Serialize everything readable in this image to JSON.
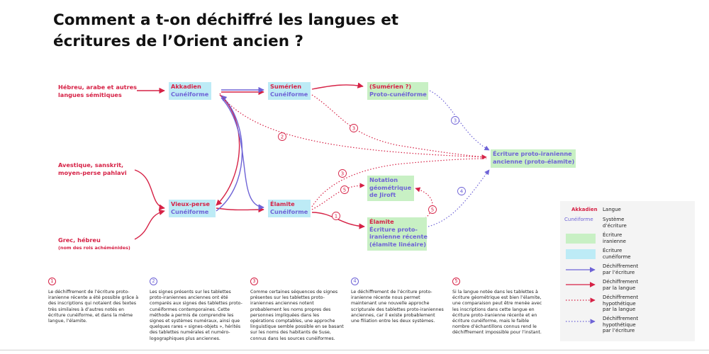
{
  "title": {
    "line1": "Comment a t-on déchiffré les langues et",
    "line2": "écritures de l’Orient ancien ?"
  },
  "sources": {
    "semitic": {
      "line1": "Hébreu, arabe et autres",
      "line2": "langues sémitiques"
    },
    "iranian": {
      "line1": "Avestique, sanskrit,",
      "line2": "moyen-perse pahlavi"
    },
    "greek": {
      "line1": "Grec, hébreu",
      "line2": "(nom des rois achéménides)"
    }
  },
  "nodes": {
    "akkadien": {
      "lang": "Akkadien",
      "script": "Cunéiforme"
    },
    "sumerien": {
      "lang": "Sumérien",
      "script": "Cunéiforme"
    },
    "sumerien_q": {
      "lang": "(Sumérien ?)",
      "script": "Proto-cunéiforme"
    },
    "vieux_perse": {
      "lang": "Vieux-perse",
      "script": "Cunéiforme"
    },
    "elamite": {
      "lang": "Élamite",
      "script": "Cunéiforme"
    },
    "jiroft": {
      "line1": "Notation",
      "line2": "géométrique",
      "line3": "de Jiroft"
    },
    "elamite_recent": {
      "lang": "Élamite",
      "line1": "Écriture proto-",
      "line2": "iranienne récente",
      "line3": "(élamite linéaire)"
    },
    "proto_elamite": {
      "line1": "Écriture proto-iranienne",
      "line2": "ancienne (proto-élamite)"
    }
  },
  "markers": [
    "1",
    "2",
    "3",
    "3",
    "3",
    "4",
    "5",
    "5"
  ],
  "legend": {
    "lang_key": "Akkadien",
    "lang_label": "Langue",
    "script_key": "Cunéiforme",
    "script_label_1": "Système",
    "script_label_2": "d’écriture",
    "green_label_1": "Écriture",
    "green_label_2": "iranienne",
    "blue_label_1": "Écriture",
    "blue_label_2": "cunéiforme",
    "arrow_script_1": "Déchiffrement",
    "arrow_script_2": "par l’écriture",
    "arrow_lang_1": "Déchiffrement",
    "arrow_lang_2": "par la langue",
    "hyp_lang_1": "Déchiffrement",
    "hyp_lang_2": "hypothétique",
    "hyp_lang_3": "par la langue",
    "hyp_script_1": "Déchiffrement",
    "hyp_script_2": "hypothétique",
    "hyp_script_3": "par l’écriture"
  },
  "notes": [
    {
      "num": "1",
      "text": "Le déchiffrement de l’écriture proto-iranienne récente a été possible grâce à des inscriptions qui notaient des textes très similaires à d’autres notés en écriture cunéiforme, et dans la même langue, l’élamite."
    },
    {
      "num": "2",
      "text": "Les signes présents sur les tablettes proto-iraniennes anciennes ont été comparés aux signes des tablettes proto-cunéiformes contemporaines. Cette méthode a permis de comprendre les signes et systèmes numéraux, ainsi que quelques rares « signes-objets », hérités des tablettes numérales et numéro-logographiques plus anciennes."
    },
    {
      "num": "3",
      "text": "Comme certaines séquences de signes présentes sur les tablettes proto-iraniennes anciennes notent probablement les noms propres des personnes impliquées dans les opérations comptables, une approche linguistique semble possible en se basant sur les noms des habitants de Suse, connus dans les sources cunéiformes."
    },
    {
      "num": "4",
      "text": "Le déchiffrement de l’écriture proto-iranienne récente nous permet maintenant une nouvelle approche scripturale des tablettes proto-iraniennes anciennes, car il existe probablement une filiation entre les deux systèmes."
    },
    {
      "num": "5",
      "text": "Si la langue notée dans les tablettes à écriture géométrique est bien l’élamite, une comparaison peut être menée avec les inscriptions dans cette langue en écriture proto-iranienne récente et en écriture cunéiforme, mais le faible nombre d’échantillons connus rend le déchiffrement impossible pour l’instant."
    }
  ],
  "colors": {
    "red": "#d62246",
    "purple": "#6e63d6",
    "blue_bg": "#bdebf6",
    "green_bg": "#c8f0c4",
    "legend_bg": "#f4f4f4"
  }
}
